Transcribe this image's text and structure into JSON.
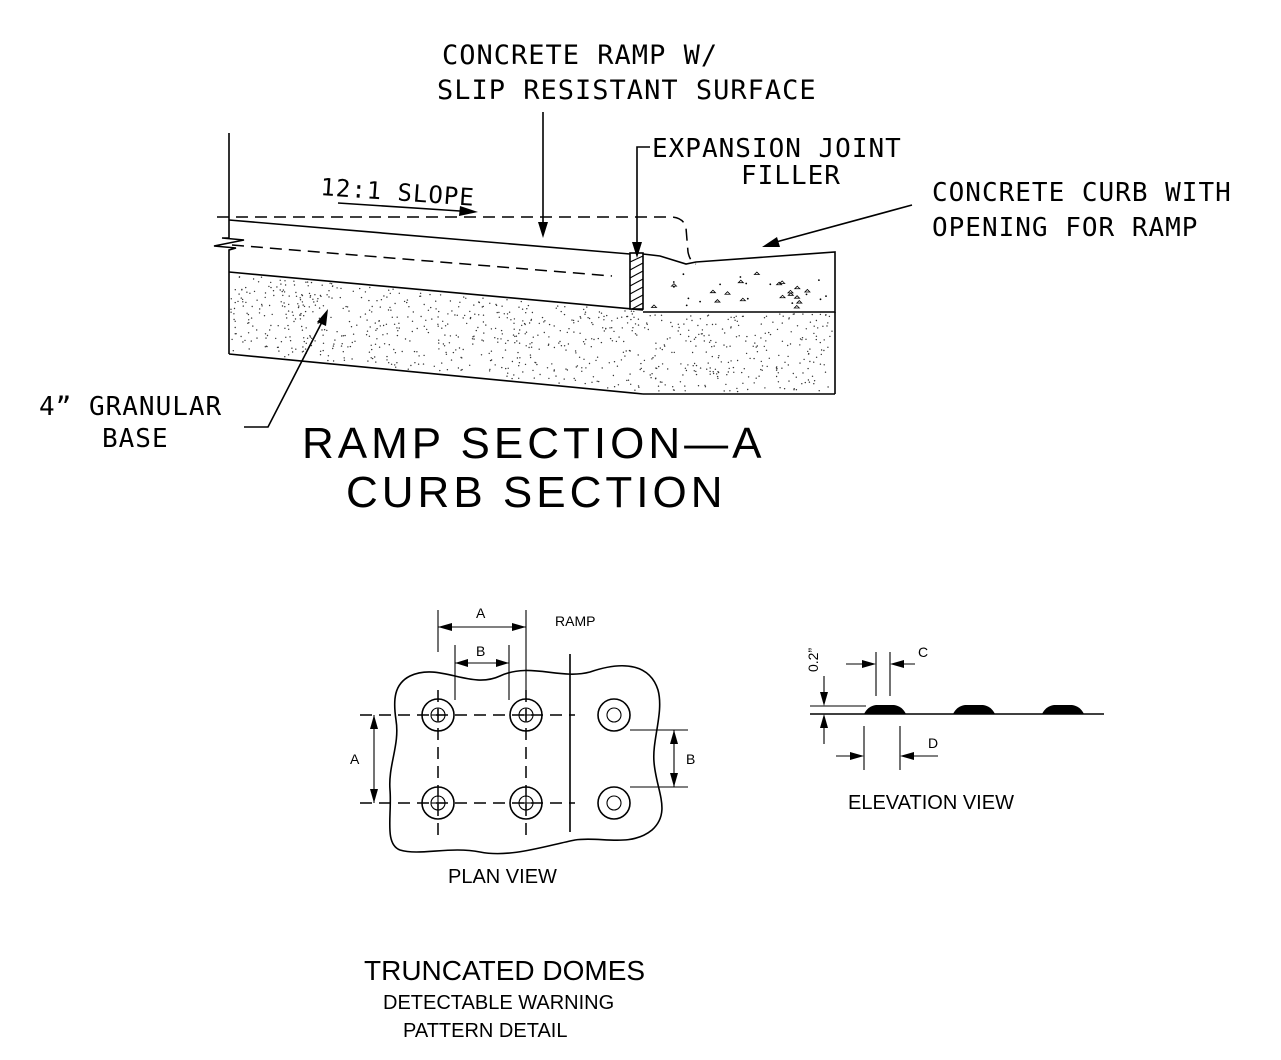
{
  "ramp_section": {
    "ramp_label_line1": "CONCRETE RAMP W/",
    "ramp_label_line2": "SLIP RESISTANT SURFACE",
    "slope_label": "12:1 SLOPE",
    "joint_label_line1": "EXPANSION JOINT",
    "joint_label_line2": "FILLER",
    "curb_label_line1": "CONCRETE CURB WITH",
    "curb_label_line2": "OPENING FOR RAMP",
    "base_label_line1": "4” GRANULAR",
    "base_label_line2": "BASE",
    "title_line1": "RAMP SECTION—A",
    "title_line2": "CURB SECTION"
  },
  "plan_view": {
    "dim_a_top": "A",
    "dim_b_top": "B",
    "ramp_label": "RAMP",
    "dim_a_left": "A",
    "dim_b_right": "B",
    "caption": "PLAN VIEW"
  },
  "elevation_view": {
    "dim_height": "0.2”",
    "dim_c": "C",
    "dim_d": "D",
    "caption": "ELEVATION VIEW"
  },
  "detail_title": {
    "line1": "TRUNCATED DOMES",
    "line2": "DETECTABLE WARNING",
    "line3": "PATTERN DETAIL"
  }
}
